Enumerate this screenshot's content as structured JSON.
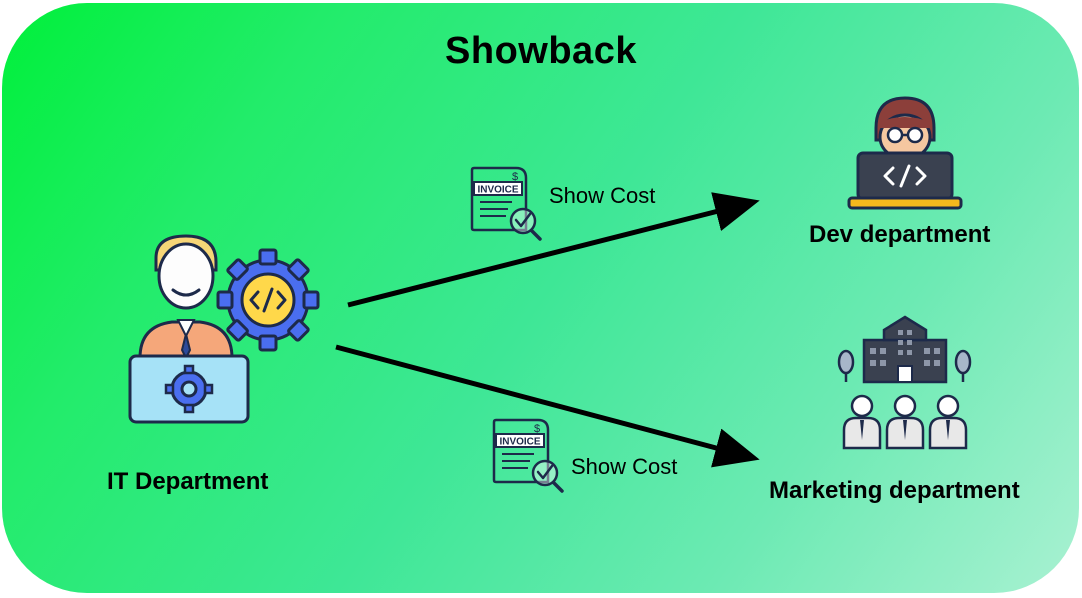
{
  "title": "Showback",
  "source": {
    "label": "IT Department",
    "icon": "developer-gear-icon"
  },
  "targets": [
    {
      "label": "Dev department",
      "icon": "programmer-laptop-icon"
    },
    {
      "label": "Marketing department",
      "icon": "company-team-icon"
    }
  ],
  "edges": [
    {
      "label": "Show Cost",
      "icon": "invoice-icon",
      "invoice_text": "INVOICE"
    },
    {
      "label": "Show Cost",
      "icon": "invoice-icon",
      "invoice_text": "INVOICE"
    }
  ],
  "colors": {
    "gradient_start": "#00f03a",
    "gradient_end": "#a9f1d2",
    "arrow": "#000000"
  }
}
